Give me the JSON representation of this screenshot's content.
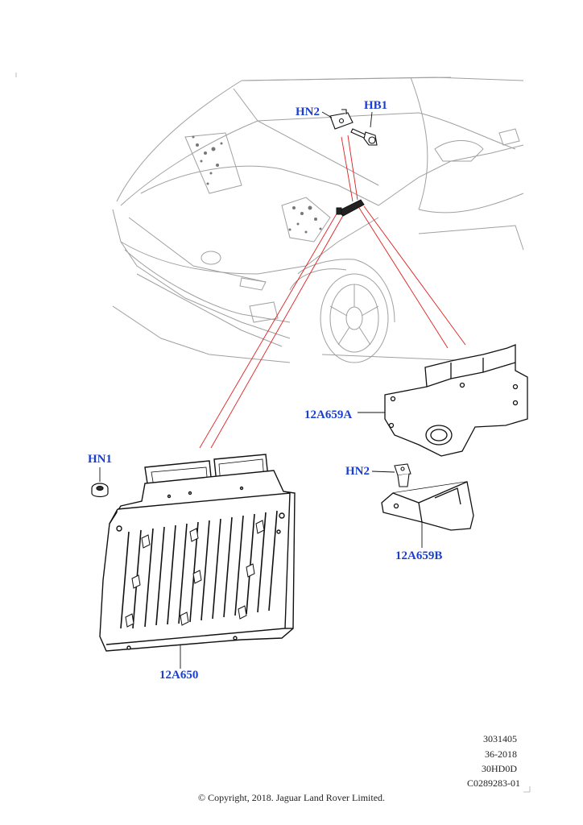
{
  "callouts": {
    "hn2_top": "HN2",
    "hb1": "HB1",
    "a12a659a": "12A659A",
    "hn1": "HN1",
    "hn2_bottom": "HN2",
    "a12a659b": "12A659B",
    "a12a650": "12A650"
  },
  "meta": {
    "line1": "3031405",
    "line2": "36-2018",
    "line3": "30HD0D",
    "line4": "C0289283-01"
  },
  "copyright": "© Copyright, 2018. Jaguar Land Rover Limited.",
  "colors": {
    "callout_text": "#1a3fd0",
    "leader_red": "#e02020",
    "line_art": "#111111",
    "vehicle_line": "#9a9a9a"
  }
}
